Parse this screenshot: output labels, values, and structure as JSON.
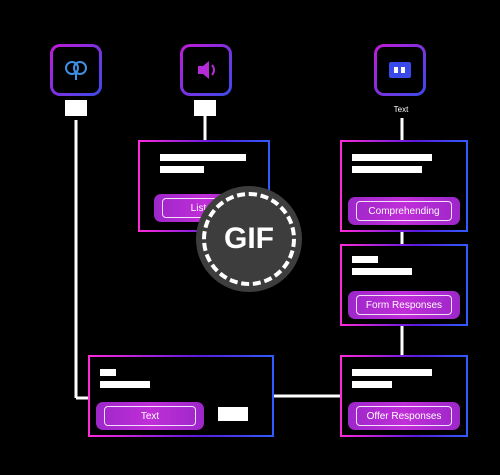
{
  "icons": [
    {
      "name": "brain-icon",
      "color": "#3f8fe6"
    },
    {
      "name": "speaker-icon",
      "color": "#b52bd8"
    },
    {
      "name": "chat-icon",
      "color": "#3a4ae8"
    }
  ],
  "labels": {
    "right_icon_tag": "Text"
  },
  "cards": {
    "listen": {
      "button": "Listen"
    },
    "comprehend": {
      "button": "Comprehending"
    },
    "form": {
      "button": "Form Responses"
    },
    "offer": {
      "button": "Offer Responses"
    },
    "text": {
      "button": "Text"
    }
  },
  "badge": {
    "text": "GIF"
  },
  "colors": {
    "accent_pink": "#ff2ad8",
    "accent_blue": "#2f5cff",
    "pill": "#c02ed8"
  }
}
